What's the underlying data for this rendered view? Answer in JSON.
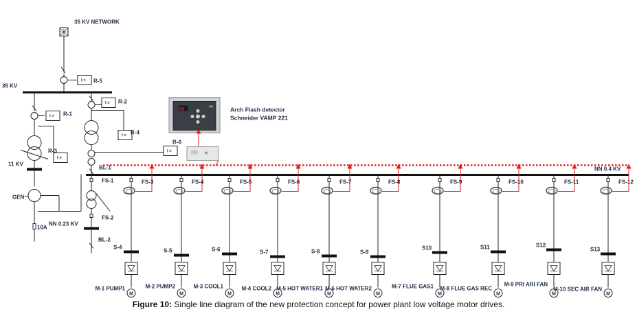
{
  "network_label": "35 KV NETWORK",
  "bus_35kv_label": "35 KV",
  "bus_11kv_label": "11 KV",
  "bus_nn04_label": "NN 0.4 KV",
  "bus_nn023_label": "NN 0.23 KV",
  "relays": {
    "r1": "R-1",
    "r2": "R-2",
    "r3": "R-3",
    "r4": "R-4",
    "r5": "R-5",
    "r6": "R-6"
  },
  "relay_symbol": "I >",
  "generator_label": "GEN",
  "fuse_label": "10A",
  "breakers": {
    "bl1": "BL-1",
    "bl2": "BL-2"
  },
  "fs_left": {
    "fs1": "FS-1",
    "fs2": "FS-2"
  },
  "detector": {
    "line1": "Arch Flash detector",
    "line2": "Schneider VAMP 221",
    "display": "88"
  },
  "feeders": [
    {
      "fs": "FS-3",
      "sw": "S-4",
      "motor": "M-1 PUMP1"
    },
    {
      "fs": "FS-4",
      "sw": "S-5",
      "motor": "M-2 PUMP2"
    },
    {
      "fs": "FS-5",
      "sw": "S-6",
      "motor": "M-3 COOL1"
    },
    {
      "fs": "FS-6",
      "sw": "S-7",
      "motor": "M-4 COOL2"
    },
    {
      "fs": "FS-7",
      "sw": "S-8",
      "motor": "M-5 HOT WATER1"
    },
    {
      "fs": "FS-8",
      "sw": "S-9",
      "motor": "M-6 HOT WATER2"
    },
    {
      "fs": "FS-9",
      "sw": "S10",
      "motor": "M-7 FLUE GAS1"
    },
    {
      "fs": "FS-10",
      "sw": "S11",
      "motor": "M-8 FLUE GAS REC"
    },
    {
      "fs": "FS-11",
      "sw": "S12",
      "motor": "M-9 PRI ARI FAN"
    },
    {
      "fs": "FS-12",
      "sw": "S13",
      "motor": "M-10 SEC AIR FAN"
    }
  ],
  "motor_symbol": "M",
  "caption": {
    "prefix": "Figure 10:",
    "text": " Single line diagram of the new protection concept for power plant low voltage motor drives."
  }
}
